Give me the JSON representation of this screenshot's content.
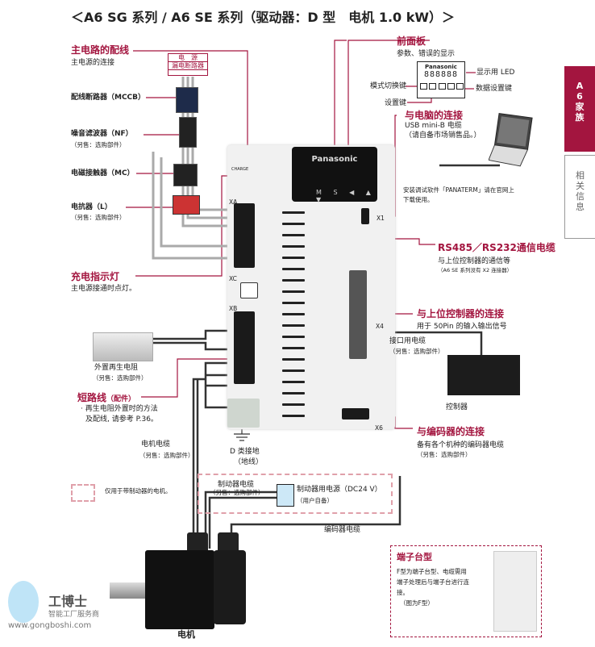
{
  "title": "＜A6 SG 系列 / A6 SE 系列（驱动器：D 型　电机 1.0 kW）＞",
  "accent_color": "#a3153f",
  "side_tabs": [
    {
      "label": "A6家族",
      "active": true
    },
    {
      "label": "相关信息",
      "active": false
    }
  ],
  "main_circuit": {
    "heading": "主电路的配线",
    "desc": "主电源的连接",
    "power_box": {
      "line1": "电　源",
      "line2": "漏电断路器"
    },
    "mccb": "配线断路器（MCCB）",
    "nf": "噪音滤波器（NF）",
    "mc": "电磁接触器（MC）",
    "reactor": "电抗器（L）",
    "optional": "（另售：选购部件）"
  },
  "charge_lamp": {
    "heading": "充电指示灯",
    "desc": "主电源接通时点灯。"
  },
  "front_panel": {
    "heading": "前面板",
    "desc": "参数、错误的显示",
    "brand": "Panasonic",
    "led_digits": "888888",
    "led_label": "显示用 LED",
    "data_keys": "数据设置键",
    "mode_key": "模式切换键",
    "set_key": "设置键",
    "key_labels": "M S ◀ ▲ ▼"
  },
  "driver": {
    "xa": "XA",
    "xb": "XB",
    "xc": "XC",
    "x1": "X1",
    "x4": "X4",
    "x6": "X6",
    "charge": "CHARGE"
  },
  "pc": {
    "heading": "与电脑的连接",
    "line1": "USB mini-B 电缆",
    "line2": "（请自备市场销售品。）",
    "software1": "安装调试软件「PANATERM」请在官网上",
    "software2": "下载使用。"
  },
  "rs485": {
    "heading": "RS485／RS232通信电缆",
    "line1": "与上位控制器的通信等",
    "line2": "（A6 SE 系列没有 X2 连接器）"
  },
  "host": {
    "heading": "与上位控制器的连接",
    "line1": "用于 50Pin 的输入输出信号",
    "cable": "接口用电缆",
    "cable_sub": "（另售：选购部件）",
    "controller": "控制器"
  },
  "encoder": {
    "heading": "与编码器的连接",
    "line1": "备有各个机种的编码器电缆",
    "line2": "（另售：选购部件）",
    "cable": "编码器电缆"
  },
  "regen": {
    "label": "外置再生电阻",
    "sub": "（另售：选购部件）"
  },
  "short_wire": {
    "heading": "短路线",
    "heading_sub": "（配件）",
    "line1": "· 再生电阻外置时的方法",
    "line2": "及配线, 请参考 P.36。"
  },
  "motor_cable": {
    "label": "电机电缆",
    "sub": "（另售：选购部件）"
  },
  "ground": {
    "label": "D 类接地",
    "sub": "（地线）"
  },
  "legend": {
    "text": "仅用于带制动器的电机。"
  },
  "brake": {
    "cable": "制动器电缆",
    "cable_sub": "（另售：选购部件）",
    "psu": "制动器用电源（DC24 V）",
    "psu_sub": "（用户自备）"
  },
  "terminal": {
    "heading": "端子台型",
    "line1": "F型为端子台型、电缆需用",
    "line2": "端子处理后与端子台进行连",
    "line3": "接。",
    "line4": "（图为F型）"
  },
  "motor": {
    "label": "电机"
  },
  "watermark": {
    "brand": "工博士",
    "tagline": "智能工厂服务商",
    "url": "www.gongboshi.com"
  }
}
